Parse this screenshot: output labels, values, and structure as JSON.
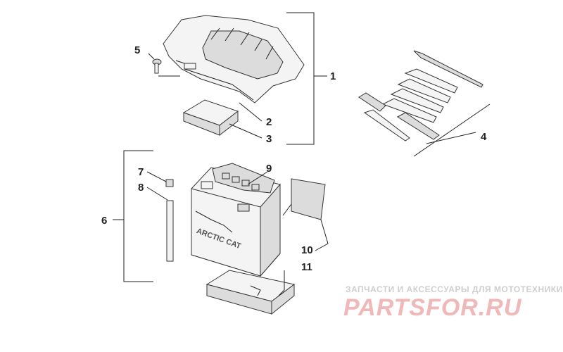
{
  "callouts": [
    "1",
    "2",
    "3",
    "4",
    "5",
    "6",
    "7",
    "8",
    "9",
    "10",
    "11"
  ],
  "battery_brand": "ARCTIC CAT",
  "watermark": {
    "caption": "ЗАПЧАСТИ И АКСЕССУАРЫ ДЛЯ МОТОТЕХНИКИ",
    "logo": "PARTSFOR.RU"
  },
  "colors": {
    "line": "#222222",
    "watermark_gray": "#cfcfcf",
    "watermark_pink": "#f0b8b8"
  }
}
